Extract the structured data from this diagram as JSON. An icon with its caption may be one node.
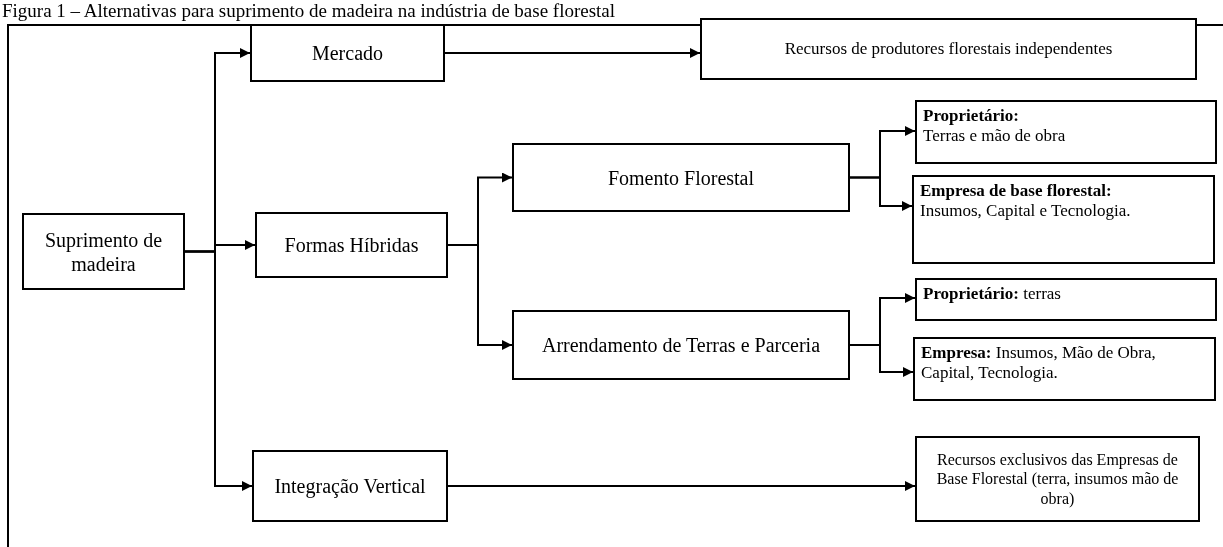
{
  "diagram": {
    "title": "Figura 1 – Alternativas para suprimento de madeira na indústria de base florestal",
    "nodes": [
      {
        "text": [
          "Suprimento de madeira"
        ]
      },
      {
        "text": [
          "Mercado"
        ]
      },
      {
        "text": [
          "Recursos de produtores florestais independentes"
        ]
      },
      {
        "text": [
          "Formas Híbridas"
        ]
      },
      {
        "text": [
          "Fomento Florestal"
        ]
      },
      {
        "text": [
          "Proprietário:",
          "Terras e mão de obra"
        ]
      },
      {
        "text": [
          "Empresa de base florestal:",
          "Insumos, Capital e Tecnologia."
        ]
      },
      {
        "text": [
          "Arrendamento de Terras e Parceria"
        ]
      },
      {
        "text": [
          "**Proprietário:** terras"
        ]
      },
      {
        "text": [
          "**Empresa:** Insumos, Mão de Obra, Capital, Tecnologia."
        ]
      },
      {
        "text": [
          "Integração Vertical"
        ]
      },
      {
        "text": [
          "Recursos exclusivos das Empresas de Base Florestal (terra, insumos mão de obra)"
        ]
      }
    ],
    "edges": [
      {
        "from": 0,
        "to": 1,
        "arrow": "to"
      },
      {
        "from": 0,
        "to": 3,
        "arrow": "to"
      },
      {
        "from": 0,
        "to": 10,
        "arrow": "to"
      },
      {
        "from": 1,
        "to": 2,
        "arrow": "to"
      },
      {
        "from": 3,
        "to": 4,
        "arrow": "to"
      },
      {
        "from": 3,
        "to": 7,
        "arrow": "to"
      },
      {
        "from": 4,
        "to": 5,
        "arrow": "to"
      },
      {
        "from": 4,
        "to": 6,
        "arrow": "to"
      },
      {
        "from": 7,
        "to": 8,
        "arrow": "to"
      },
      {
        "from": 7,
        "to": 9,
        "arrow": "to"
      },
      {
        "from": 10,
        "to": 11,
        "arrow": "to"
      }
    ]
  }
}
